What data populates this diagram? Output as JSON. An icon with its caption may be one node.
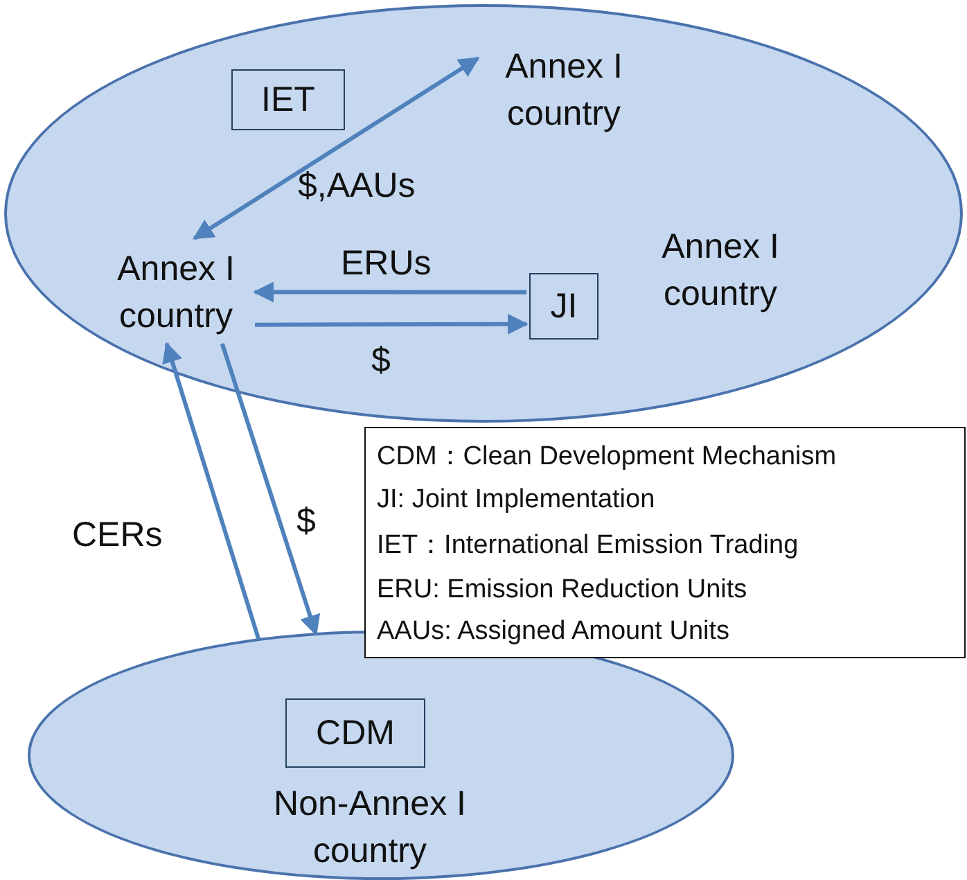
{
  "diagram": {
    "nodes": [
      {
        "text": [],
        "shape": "ellipse"
      },
      {
        "text": [
          "IET"
        ],
        "in": 0
      },
      {
        "text": [
          "Annex I country"
        ],
        "in": 0
      },
      {
        "text": [
          "Annex I country"
        ],
        "in": 0
      },
      {
        "text": [
          "JI"
        ],
        "in": 0
      },
      {
        "text": [
          "Annex I country"
        ],
        "in": 0
      },
      {
        "text": [],
        "shape": "ellipse"
      },
      {
        "text": [
          "CDM"
        ],
        "in": 6
      },
      {
        "text": [
          "Non-Annex I country"
        ],
        "in": 6
      }
    ],
    "edges": [
      {
        "from": 3,
        "to": 2,
        "arrow": "both",
        "label": "$,AAUs"
      },
      {
        "from": 4,
        "to": 3,
        "arrow": "to",
        "label": "ERUs"
      },
      {
        "from": 3,
        "to": 4,
        "arrow": "to",
        "label": "$"
      },
      {
        "from": 6,
        "to": 3,
        "arrow": "to",
        "label": "CERs"
      },
      {
        "from": 3,
        "to": 6,
        "arrow": "to",
        "label": "$"
      }
    ],
    "labels": [
      "CDM：Clean Development Mechanism",
      "JI: Joint Implementation",
      "IET：International Emission Trading",
      "ERU: Emission Reduction Units",
      "AAUs: Assigned Amount Units"
    ]
  }
}
